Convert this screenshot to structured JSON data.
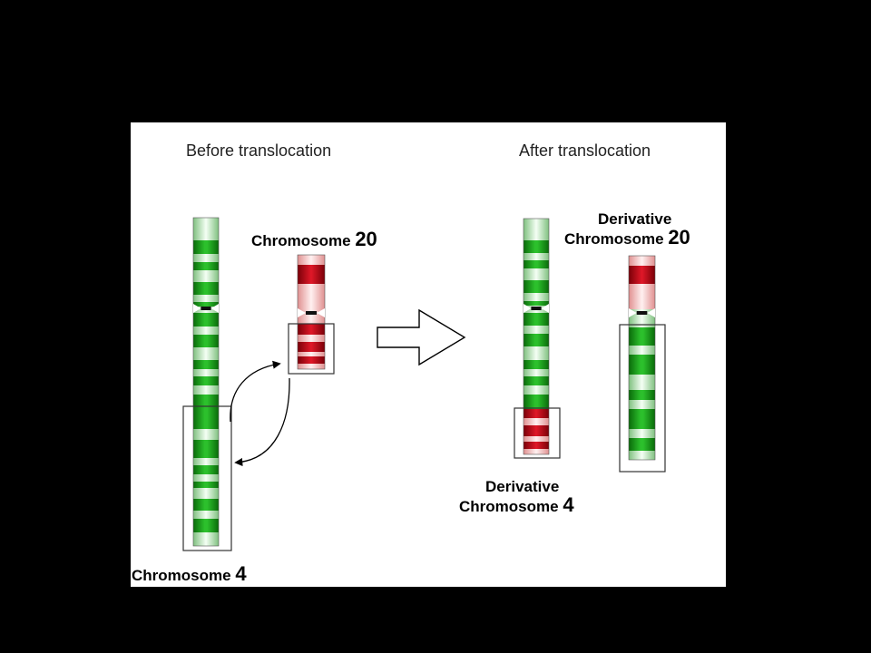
{
  "headings": {
    "before": "Before translocation",
    "after": "After translocation"
  },
  "labels": {
    "chr20": {
      "name": "Chromosome",
      "number": "20"
    },
    "chr4": {
      "name": "Chromosome",
      "number": "4"
    },
    "der4": {
      "line1": "Derivative",
      "name": "Chromosome",
      "number": "4"
    },
    "der20": {
      "line1": "Derivative",
      "name": "Chromosome",
      "number": "20"
    }
  },
  "colors": {
    "background": "#000000",
    "panel": "#ffffff",
    "chromosome_4_band": "#1f9a1f",
    "chromosome_4_light": "#d6f0d6",
    "chromosome_20_band": "#c8101e",
    "chromosome_20_light": "#f6cccc",
    "centromere": "#111111"
  }
}
